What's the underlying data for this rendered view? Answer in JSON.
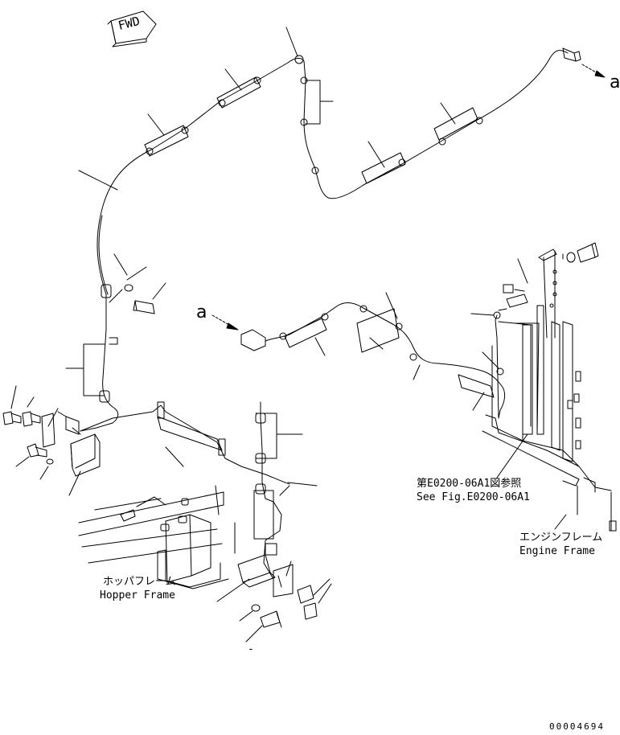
{
  "labels": {
    "fwd": "FWD",
    "ref_a_top": "a",
    "ref_a_left": "a",
    "see_fig_jp": "第E0200-06A1図参照",
    "see_fig_en": "See Fig.E0200-06A1",
    "engine_frame_jp": "エンジンフレーム",
    "engine_frame_en": "Engine Frame",
    "hopper_frame_jp": "ホッパフレーム",
    "hopper_frame_en": "Hopper Frame",
    "dash": "-",
    "doc_number": "00004694"
  },
  "colors": {
    "line": "#000000",
    "background": "#ffffff"
  }
}
